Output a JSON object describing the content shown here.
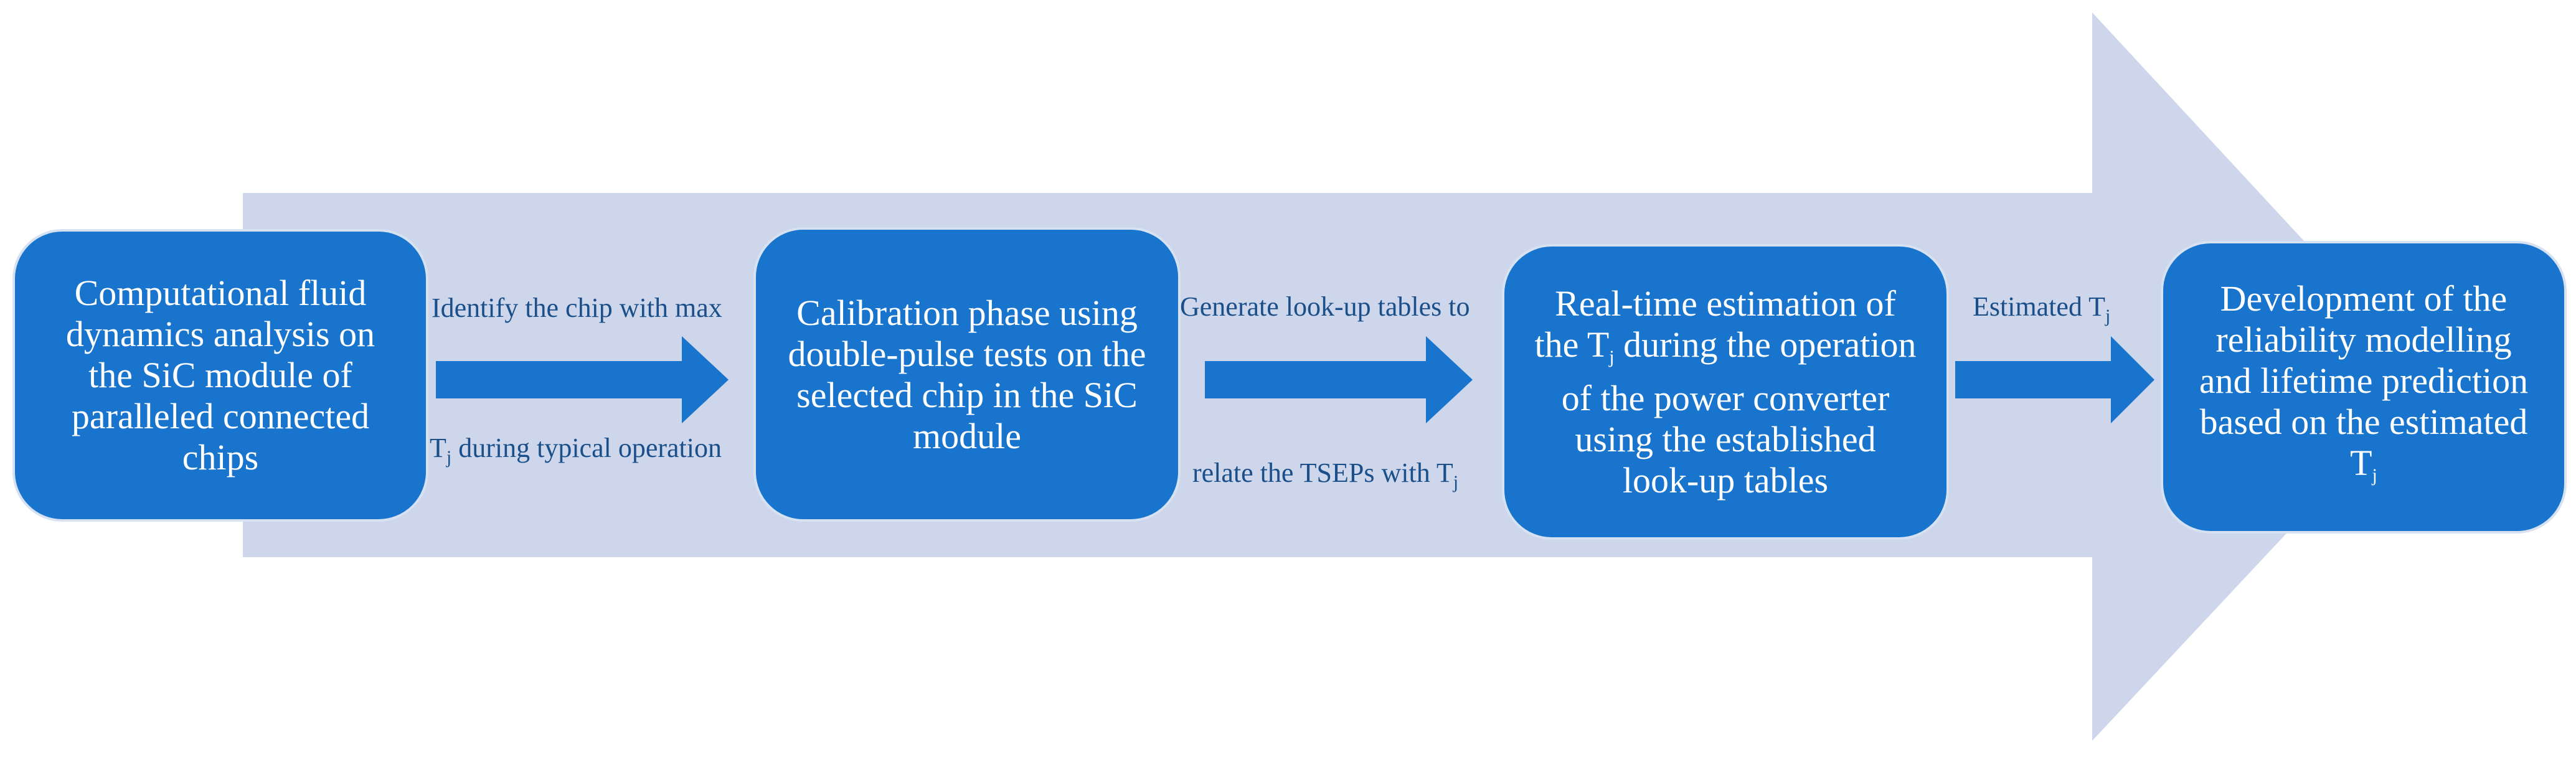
{
  "colors": {
    "background_arrow": "#cdd6eb",
    "box_fill": "#1874cd",
    "box_border": "#d6e2f2",
    "box_text": "#ffffff",
    "connector_arrow": "#1874cd",
    "label_text": "#1a4f8a"
  },
  "steps": [
    {
      "lines": [
        "Computational fluid",
        "dynamics analysis on",
        "the SiC module of",
        "paralleled connected",
        "chips"
      ]
    },
    {
      "lines": [
        "Calibration phase using",
        "double-pulse tests on the",
        "selected chip in the SiC",
        "module"
      ]
    },
    {
      "pre": "Real-time estimation of",
      "mid_a": "the T",
      "mid_sub": "j",
      "mid_b": " during the operation",
      "post": [
        "of the power converter",
        "using the established",
        "look-up tables"
      ]
    },
    {
      "lines": [
        "Development of the",
        "reliability modelling",
        "and lifetime prediction",
        "based on the estimated"
      ],
      "last_main": "T",
      "last_sub": "j"
    }
  ],
  "connectors": [
    {
      "top": "Identify  the  chip  with  max",
      "bottom_main": "T",
      "bottom_sub": "j",
      "bottom_rest": "  during  typical  operation"
    },
    {
      "top": "Generate  look-up  tables  to",
      "bottom_pre": "relate  the  TSEPs  with  T",
      "bottom_sub": "j"
    },
    {
      "top_main": "Estimated  T",
      "top_sub": "j"
    }
  ]
}
